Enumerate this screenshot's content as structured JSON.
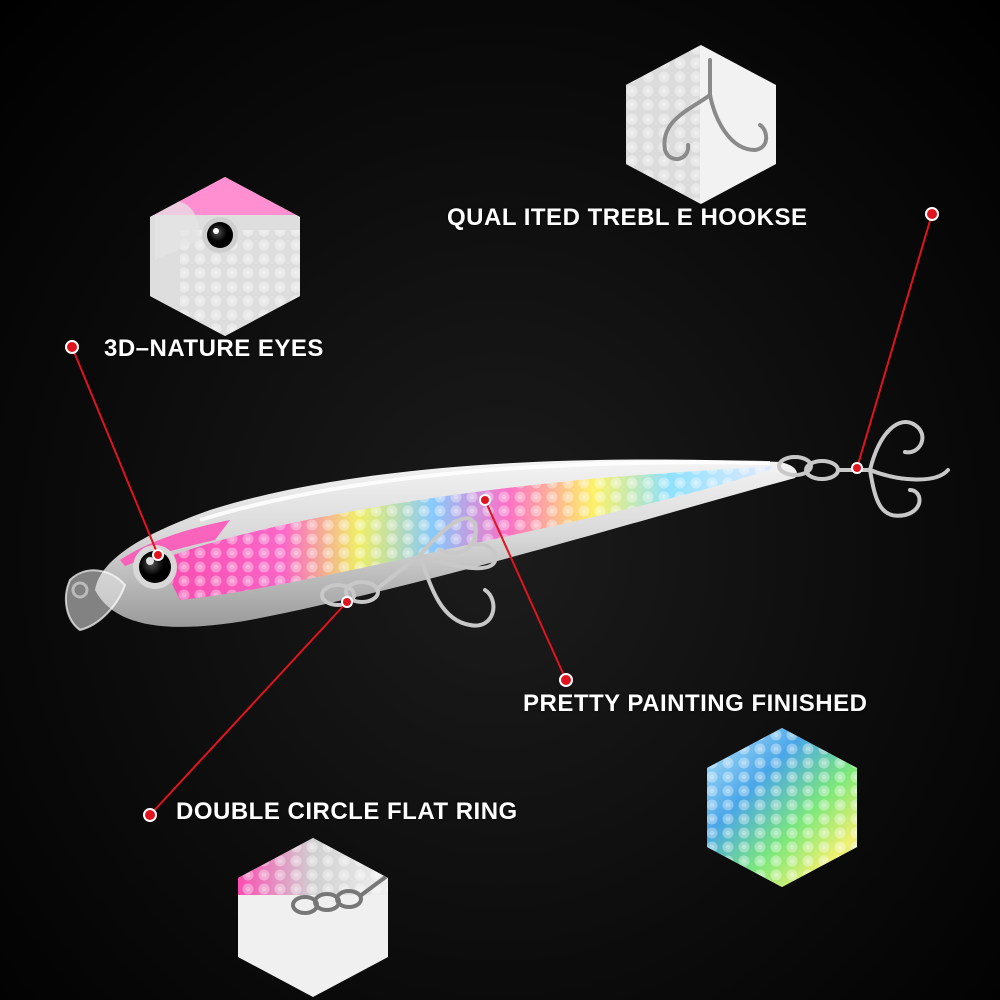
{
  "callouts": {
    "hooks": "QUAL ITED TREBL E HOOKSE",
    "eyes": "3D–NATURE EYES",
    "painting": "PRETTY PAINTING FINISHED",
    "ring": "DOUBLE CIRCLE FLAT RING"
  },
  "colors": {
    "leader": "#e0141e",
    "background": "#000000",
    "label": "#ffffff"
  }
}
